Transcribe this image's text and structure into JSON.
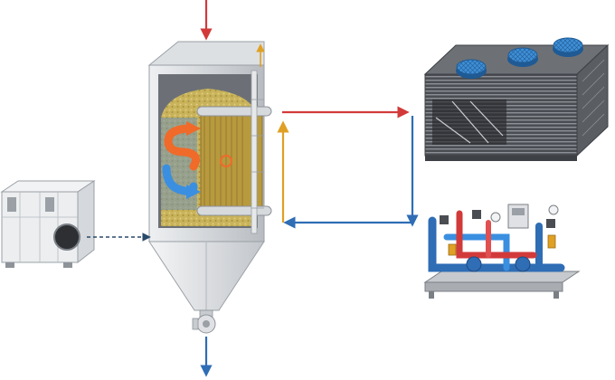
{
  "diagram": {
    "components": [
      {
        "id": "air-handling-unit",
        "icon": "air-handling-unit-icon"
      },
      {
        "id": "heat-exchanger-silo",
        "icon": "heat-exchanger-silo-icon"
      },
      {
        "id": "cooling-tower",
        "icon": "cooling-tower-icon"
      },
      {
        "id": "pump-skid",
        "icon": "pump-skid-icon"
      }
    ],
    "connections": [
      {
        "from": "inlet",
        "to": "heat-exchanger-silo",
        "color": "#d23a3a"
      },
      {
        "from": "heat-exchanger-silo",
        "to": "cooling-tower",
        "color": "#d23a3a"
      },
      {
        "from": "cooling-tower",
        "to": "pump-skid",
        "color": "#2f6db5"
      },
      {
        "from": "pump-skid",
        "to": "heat-exchanger-silo",
        "color": "#2f6db5"
      },
      {
        "from": "heat-exchanger-silo",
        "to": "silo-exhaust",
        "color": "#e0a024"
      },
      {
        "from": "air-handling-unit",
        "to": "heat-exchanger-silo",
        "color": "#2a4a6a",
        "style": "dashed"
      },
      {
        "from": "heat-exchanger-silo",
        "to": "outlet",
        "color": "#2f6db5"
      }
    ],
    "colors": {
      "hot": "#d23a3a",
      "cold": "#2f6db5",
      "warm": "#e0a024",
      "flow-hot": "#f06a2a",
      "flow-cold": "#3a8fe0",
      "metal": "#cfd2d6",
      "metal-dark": "#8e9399",
      "fill-material": "#c9b35a"
    }
  }
}
